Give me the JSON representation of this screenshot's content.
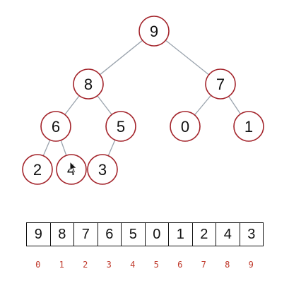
{
  "tree": {
    "nodes": [
      {
        "id": "n0",
        "label": "9"
      },
      {
        "id": "n1",
        "label": "8"
      },
      {
        "id": "n2",
        "label": "7"
      },
      {
        "id": "n3",
        "label": "6"
      },
      {
        "id": "n4",
        "label": "5"
      },
      {
        "id": "n5",
        "label": "0"
      },
      {
        "id": "n6",
        "label": "1"
      },
      {
        "id": "n7",
        "label": "2"
      },
      {
        "id": "n8",
        "label": "4"
      },
      {
        "id": "n9",
        "label": "3"
      }
    ],
    "edges": [
      [
        "n0",
        "n1"
      ],
      [
        "n0",
        "n2"
      ],
      [
        "n1",
        "n3"
      ],
      [
        "n1",
        "n4"
      ],
      [
        "n2",
        "n5"
      ],
      [
        "n2",
        "n6"
      ],
      [
        "n3",
        "n7"
      ],
      [
        "n3",
        "n8"
      ],
      [
        "n4",
        "n9"
      ]
    ],
    "colors": {
      "node_stroke": "#a3232a",
      "edge": "#9aa3ad"
    }
  },
  "array": {
    "values": [
      "9",
      "8",
      "7",
      "6",
      "5",
      "0",
      "1",
      "2",
      "4",
      "3"
    ],
    "indices": [
      "0",
      "1",
      "2",
      "3",
      "4",
      "5",
      "6",
      "7",
      "8",
      "9"
    ],
    "index_color": "#c0392b"
  }
}
